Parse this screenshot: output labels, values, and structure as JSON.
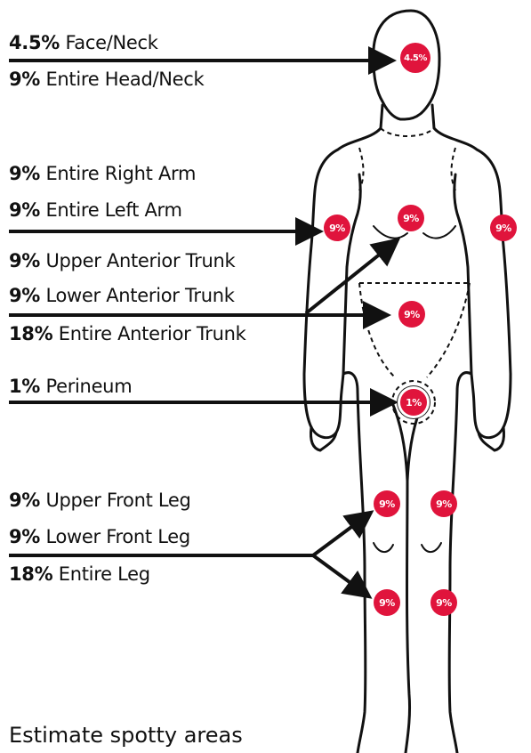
{
  "labels": {
    "face_neck": {
      "pct": "4.5%",
      "text": "Face/Neck"
    },
    "head_neck": {
      "pct": "9%",
      "text": "Entire Head/Neck"
    },
    "right_arm": {
      "pct": "9%",
      "text": "Entire Right Arm"
    },
    "left_arm": {
      "pct": "9%",
      "text": "Entire Left Arm"
    },
    "upper_trunk": {
      "pct": "9%",
      "text": "Upper Anterior Trunk"
    },
    "lower_trunk": {
      "pct": "9%",
      "text": "Lower Anterior Trunk"
    },
    "entire_trunk": {
      "pct": "18%",
      "text": "Entire Anterior Trunk"
    },
    "perineum": {
      "pct": "1%",
      "text": "Perineum"
    },
    "upper_leg": {
      "pct": "9%",
      "text": "Upper Front Leg"
    },
    "lower_leg": {
      "pct": "9%",
      "text": "Lower Front Leg"
    },
    "entire_leg": {
      "pct": "18%",
      "text": "Entire Leg"
    }
  },
  "badges": {
    "head": "4.5%",
    "right_arm": "9%",
    "chest": "9%",
    "left_arm": "9%",
    "abdomen": "9%",
    "perineum": "1%",
    "right_thigh": "9%",
    "left_thigh": "9%",
    "right_shin": "9%",
    "left_shin": "9%"
  },
  "footer": "Estimate spotty areas",
  "colors": {
    "badge_fill": "#e0143c",
    "outline": "#111111",
    "background": "#ffffff"
  }
}
